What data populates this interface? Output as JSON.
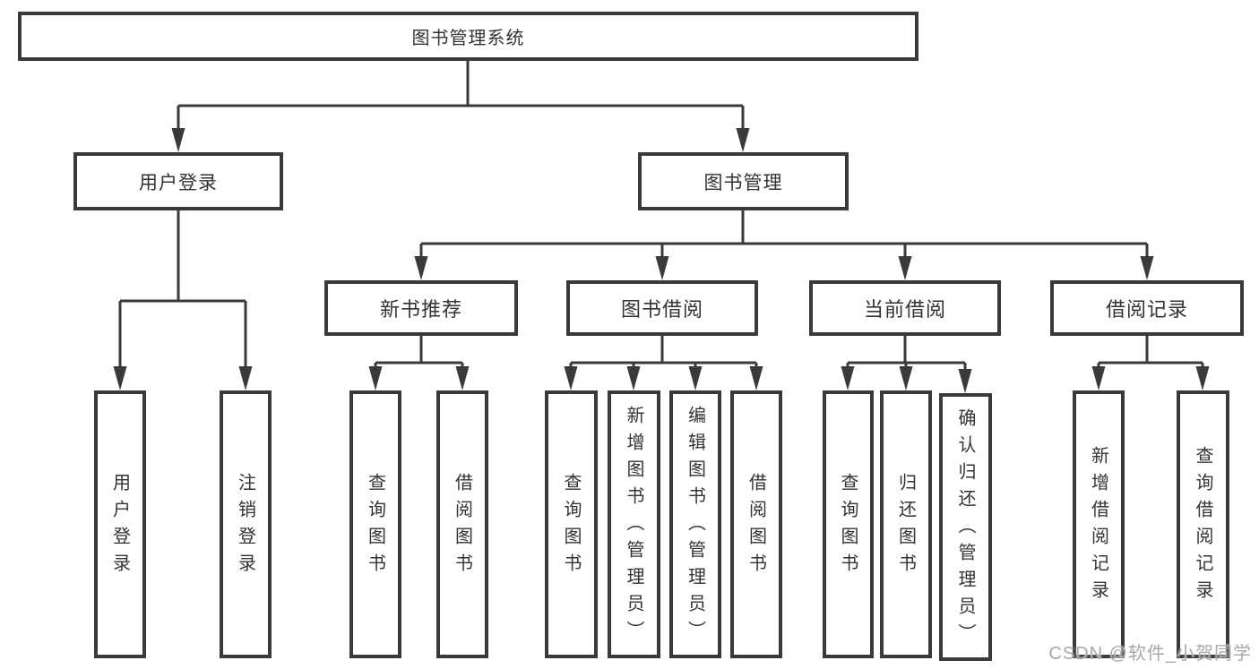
{
  "colors": {
    "line": "#3a3a3a",
    "text": "#333333",
    "background": "#ffffff",
    "watermark": "#a8a8a8"
  },
  "watermark": {
    "text": "CSDN @软件_小贺同学"
  },
  "tree": {
    "root": "图书管理系统",
    "branches": [
      {
        "label": "用户登录",
        "children": [
          "用户登录",
          "注销登录"
        ]
      },
      {
        "label": "图书管理",
        "children": [
          {
            "label": "新书推荐",
            "children": [
              "查询图书",
              "借阅图书"
            ]
          },
          {
            "label": "图书借阅",
            "children": [
              "查询图书",
              "新增图书（管理员）",
              "编辑图书（管理员）",
              "借阅图书"
            ]
          },
          {
            "label": "当前借阅",
            "children": [
              "查询图书",
              "归还图书",
              "确认归还（管理员）"
            ]
          },
          {
            "label": "借阅记录",
            "children": [
              "新增借阅记录",
              "查询借阅记录"
            ]
          }
        ]
      }
    ]
  }
}
